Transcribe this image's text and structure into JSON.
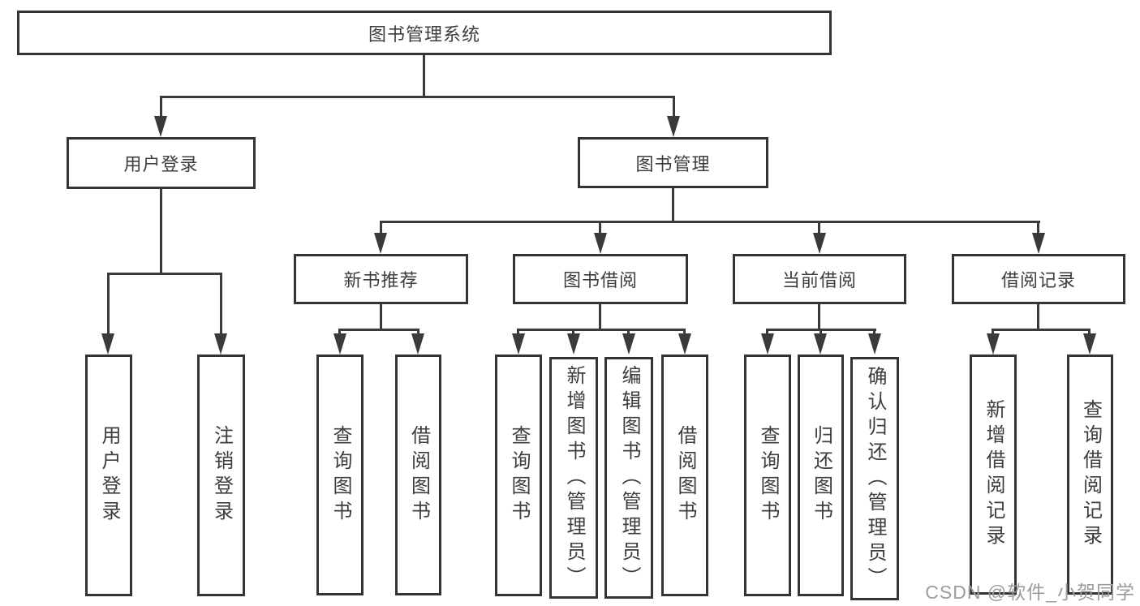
{
  "tree": {
    "root": {
      "label": "图书管理系统",
      "children": [
        {
          "label": "用户登录",
          "children": [
            {
              "label": "用户登录"
            },
            {
              "label": "注销登录"
            }
          ]
        },
        {
          "label": "图书管理",
          "children": [
            {
              "label": "新书推荐",
              "children": [
                {
                  "label": "查询图书"
                },
                {
                  "label": "借阅图书"
                }
              ]
            },
            {
              "label": "图书借阅",
              "children": [
                {
                  "label": "查询图书"
                },
                {
                  "label": "新增图书（管理员）"
                },
                {
                  "label": "编辑图书（管理员）"
                },
                {
                  "label": "借阅图书"
                }
              ]
            },
            {
              "label": "当前借阅",
              "children": [
                {
                  "label": "查询图书"
                },
                {
                  "label": "归还图书"
                },
                {
                  "label": "确认归还（管理员）"
                }
              ]
            },
            {
              "label": "借阅记录",
              "children": [
                {
                  "label": "新增借阅记录"
                },
                {
                  "label": "查询借阅记录"
                }
              ]
            }
          ]
        }
      ]
    }
  },
  "watermark": {
    "text": "CSDN @软件_小贺同学"
  },
  "colors": {
    "line": "#3a3a3a",
    "border": "#343434",
    "text": "#3d3d3d",
    "background": "#ffffff",
    "watermark": "#9c9c9c"
  }
}
